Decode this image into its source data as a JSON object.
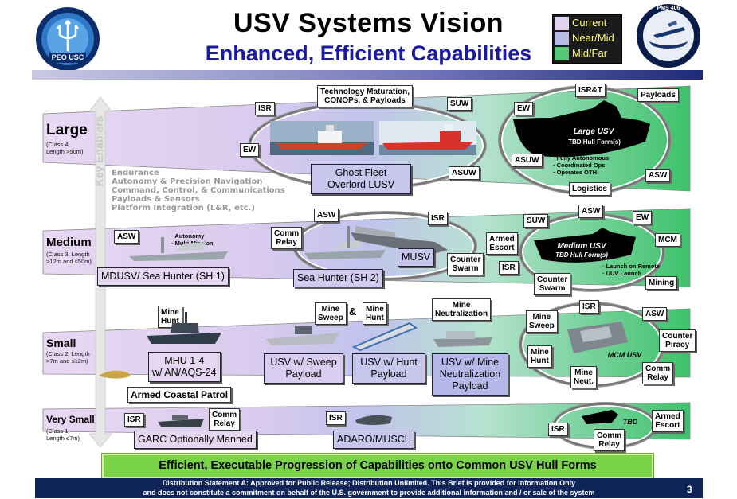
{
  "header": {
    "title": "USV Systems Vision",
    "subtitle": "Enhanced, Efficient Capabilities",
    "logo_left": "PEO USC",
    "logo_right": "PMS 406"
  },
  "legend": [
    {
      "label": "Current",
      "color": "#e2d3ef"
    },
    {
      "label": "Near/Mid",
      "color": "#b9b9e7"
    },
    {
      "label": "Mid/Far",
      "color": "#55c774"
    }
  ],
  "key_enablers": {
    "label": "Key Enablers",
    "items": [
      "Endurance",
      "Autonomy & Precision Navigation",
      "Command, Control, & Communications",
      "Payloads & Sensors",
      "Platform Integration (L&R, etc.)"
    ]
  },
  "classes": {
    "large": {
      "name": "Large",
      "desc": "(Class 4;\nLength >50m)"
    },
    "medium": {
      "name": "Medium",
      "desc": "(Class 3; Length\n>12m and ≤50m)"
    },
    "small": {
      "name": "Small",
      "desc": "(Class 2; Length\n>7m and ≤12m)"
    },
    "very_small": {
      "name": "Very Small",
      "desc": "(Class 1;\nLength ≤7m)"
    }
  },
  "large": {
    "isr": "ISR",
    "tech": "Technology Maturation,\nCONOPs, & Payloads",
    "suw": "SUW",
    "ew": "EW",
    "ghost_fleet": "Ghost Fleet\nOverlord LUSV",
    "asuw": "ASUW",
    "future": {
      "isrt": "ISR&T",
      "payloads": "Payloads",
      "ew": "EW",
      "usv_name": "Large USV",
      "hull": "TBD Hull Form(s)",
      "asuw": "ASUW",
      "bullets": [
        "· Fully Autonomous",
        "· Coordinated Ops",
        "· Operates OTH"
      ],
      "asw": "ASW",
      "logistics": "Logistics"
    }
  },
  "medium": {
    "asw": "ASW",
    "bullets": [
      "· Autonomy",
      "· Multi-Mission"
    ],
    "mdusv": "MDUSV/ Sea Hunter (SH 1)",
    "comm_relay": "Comm\nRelay",
    "asw2": "ASW",
    "isr": "ISR",
    "musv": "MUSV",
    "counter_swarm": "Counter\nSwarm",
    "sh2": "Sea Hunter (SH 2)",
    "future": {
      "suw": "SUW",
      "asw": "ASW",
      "ew": "EW",
      "armed_escort": "Armed\nEscort",
      "mcm": "MCM",
      "usv_name": "Medium USV",
      "hull": "TBD Hull Form(s)",
      "isr": "ISR",
      "bullets": [
        "· Launch on Remote",
        "· UUV Launch"
      ],
      "counter_swarm": "Counter\nSwarm",
      "mining": "Mining"
    }
  },
  "small": {
    "mine_hunt": "Mine\nHunt",
    "mhu": "MHU 1-4\nw/ AN/AQS-24",
    "armed_coastal": "Armed Coastal Patrol",
    "mine_sweep": "Mine\nSweep",
    "amp": "&",
    "mine_hunt2": "Mine\nHunt",
    "sweep_payload": "USV w/ Sweep\nPayload",
    "hunt_payload": "USV w/ Hunt\nPayload",
    "mine_neutralization": "Mine\nNeutralization",
    "neut_payload": "USV w/ Mine\nNeutralization\nPayload",
    "future": {
      "isr": "ISR",
      "mine_sweep": "Mine\nSweep",
      "asw": "ASW",
      "counter_piracy": "Counter\nPiracy",
      "mine_hunt": "Mine\nHunt",
      "usv_name": "MCM USV",
      "mine_neut": "Mine\nNeut.",
      "comm_relay": "Comm\nRelay"
    }
  },
  "very_small": {
    "isr": "ISR",
    "comm_relay": "Comm\nRelay",
    "garc": "GARC Optionally Manned",
    "isr2": "ISR",
    "adaro": "ADARO/MUSCL",
    "future": {
      "tbd": "TBD",
      "armed_escort": "Armed\nEscort",
      "isr": "ISR",
      "comm_relay": "Comm\nRelay"
    }
  },
  "footer": {
    "banner": "Efficient, Executable Progression of Capabilities onto Common USV Hull Forms",
    "statement_line1": "Distribution Statement A:  Approved for Public Release; Distribution Unlimited. This Brief is provided for Information Only",
    "statement_line2": "and does not constitute a commitment on behalf of the U.S. government to provide additional information and / or sale of the system",
    "page": "3"
  }
}
